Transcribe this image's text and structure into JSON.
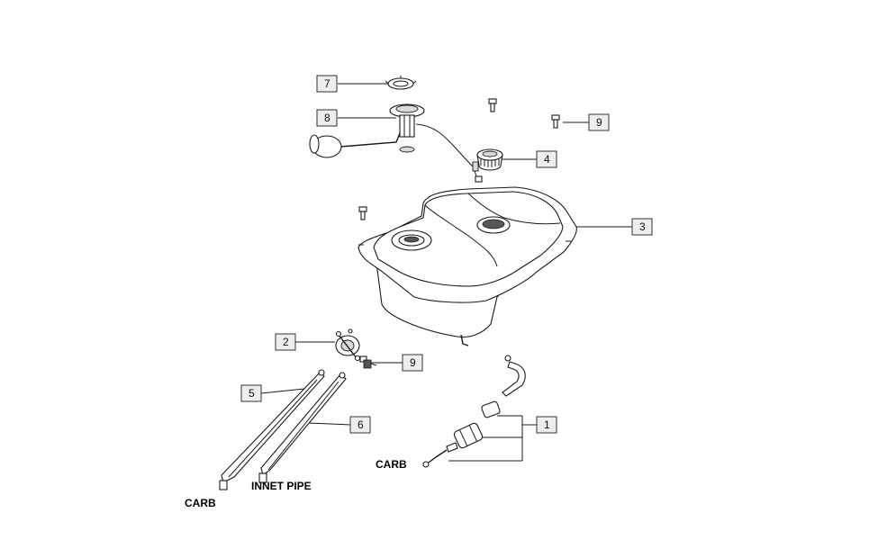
{
  "callouts": [
    "7",
    "8",
    "9",
    "4",
    "3",
    "2",
    "9",
    "5",
    "6",
    "1"
  ],
  "labels": {
    "carb_right": "CARB",
    "innet_pipe": "INNET PIPE",
    "carb_left": "CARB"
  }
}
